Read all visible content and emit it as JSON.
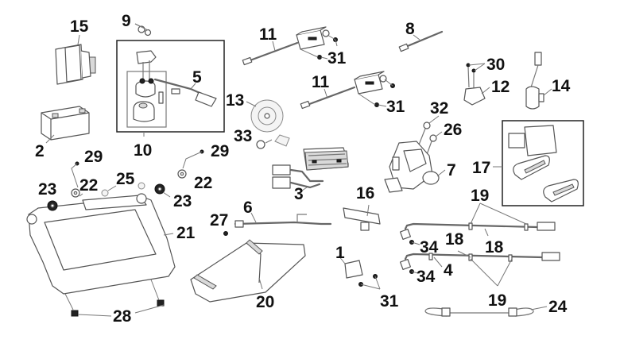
{
  "diagram": {
    "type": "exploded-parts-view",
    "subject": "electrical components",
    "callouts": [
      {
        "id": "c1",
        "label": "1",
        "part": "relay"
      },
      {
        "id": "c2",
        "label": "2",
        "part": "battery"
      },
      {
        "id": "c3",
        "label": "3",
        "part": "voltage-regulator"
      },
      {
        "id": "c4",
        "label": "4",
        "part": "cable"
      },
      {
        "id": "c5",
        "label": "5",
        "part": "fuel-pump-wiring"
      },
      {
        "id": "c6",
        "label": "6",
        "part": "wire-harness"
      },
      {
        "id": "c7",
        "label": "7",
        "part": "starter-relay"
      },
      {
        "id": "c8",
        "label": "8",
        "part": "sensor-lead"
      },
      {
        "id": "c9",
        "label": "9",
        "part": "nuts"
      },
      {
        "id": "c10",
        "label": "10",
        "part": "fuel-pump-assembly"
      },
      {
        "id": "c11a",
        "label": "11",
        "part": "actuator-upper"
      },
      {
        "id": "c11b",
        "label": "11",
        "part": "actuator-lower"
      },
      {
        "id": "c12",
        "label": "12",
        "part": "sensor"
      },
      {
        "id": "c13",
        "label": "13",
        "part": "horn"
      },
      {
        "id": "c14",
        "label": "14",
        "part": "ignition-coil"
      },
      {
        "id": "c15",
        "label": "15",
        "part": "ecu"
      },
      {
        "id": "c16",
        "label": "16",
        "part": "bracket-module"
      },
      {
        "id": "c17",
        "label": "17",
        "part": "receiver-and-remote-keys"
      },
      {
        "id": "c18a",
        "label": "18",
        "part": "cable-clip"
      },
      {
        "id": "c18b",
        "label": "18",
        "part": "cable-clip"
      },
      {
        "id": "c19a",
        "label": "19",
        "part": "cable-ties"
      },
      {
        "id": "c19b",
        "label": "19",
        "part": "cable-ties"
      },
      {
        "id": "c20",
        "label": "20",
        "part": "cover"
      },
      {
        "id": "c21",
        "label": "21",
        "part": "battery-tray"
      },
      {
        "id": "c22a",
        "label": "22",
        "part": "washer"
      },
      {
        "id": "c22b",
        "label": "22",
        "part": "washer"
      },
      {
        "id": "c23a",
        "label": "23",
        "part": "rubber-grommet"
      },
      {
        "id": "c23b",
        "label": "23",
        "part": "rubber-grommet"
      },
      {
        "id": "c24",
        "label": "24",
        "part": "cable-loop"
      },
      {
        "id": "c25",
        "label": "25",
        "part": "collar"
      },
      {
        "id": "c26",
        "label": "26",
        "part": "nut"
      },
      {
        "id": "c27",
        "label": "27",
        "part": "bolt"
      },
      {
        "id": "c28",
        "label": "28",
        "part": "clip-nuts"
      },
      {
        "id": "c29a",
        "label": "29",
        "part": "screw"
      },
      {
        "id": "c29b",
        "label": "29",
        "part": "screw"
      },
      {
        "id": "c30",
        "label": "30",
        "part": "screws"
      },
      {
        "id": "c31a",
        "label": "31",
        "part": "bolts"
      },
      {
        "id": "c31b",
        "label": "31",
        "part": "bolts"
      },
      {
        "id": "c31c",
        "label": "31",
        "part": "bolts"
      },
      {
        "id": "c32",
        "label": "32",
        "part": "nut"
      },
      {
        "id": "c33",
        "label": "33",
        "part": "nut"
      },
      {
        "id": "c34a",
        "label": "34",
        "part": "bolt"
      },
      {
        "id": "c34b",
        "label": "34",
        "part": "bolt"
      }
    ]
  }
}
